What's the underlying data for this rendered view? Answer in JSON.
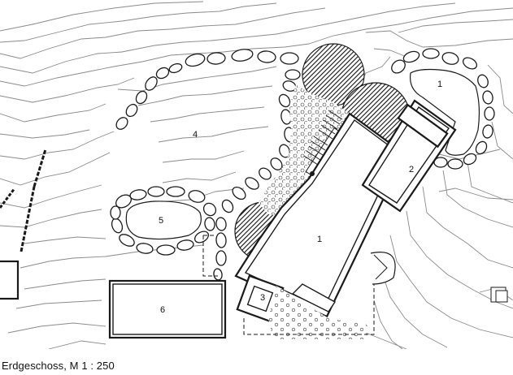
{
  "caption": "Erdgeschoss, M 1 : 250",
  "labels": {
    "l1a": "1",
    "l1b": "1",
    "l2": "2",
    "l3": "3",
    "l4": "4",
    "l5": "5",
    "l6": "6"
  },
  "colors": {
    "line": "#1a1a1a",
    "contour": "#8a8a8a",
    "background": "#ffffff"
  }
}
